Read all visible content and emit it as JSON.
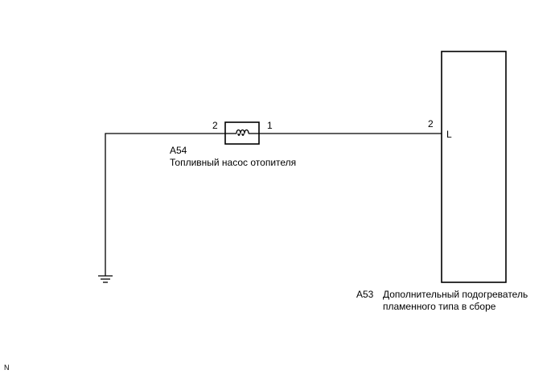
{
  "components": {
    "a54": {
      "code": "A54",
      "description": "Топливный насос отопителя",
      "pin_left": "2",
      "pin_right": "1"
    },
    "a53": {
      "code": "A53",
      "description_line1": "Дополнительный подогреватель",
      "description_line2": "пламенного типа в сборе",
      "pin": "2",
      "terminal": "L"
    }
  },
  "footer_mark": "N",
  "colors": {
    "line": "#000000",
    "background": "#ffffff"
  }
}
